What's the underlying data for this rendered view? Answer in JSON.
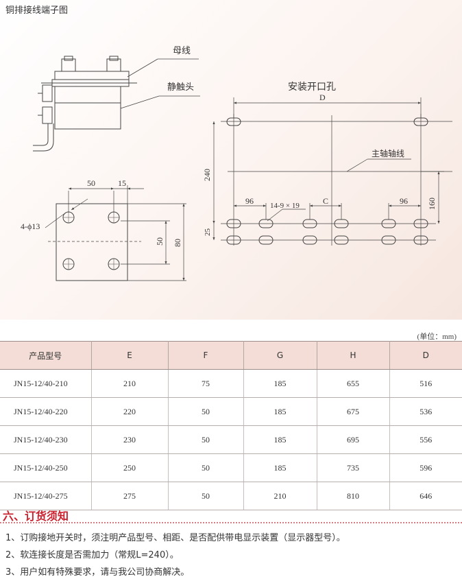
{
  "drawing": {
    "title": "铜排接线端子图",
    "label_busbar": "母线",
    "label_static_contact": "静触头",
    "label_mount_holes": "安装开口孔",
    "label_main_axis": "主轴轴线",
    "dims": {
      "d50": "50",
      "d15": "15",
      "holes": "4-ϕ13",
      "d50v": "50",
      "d80": "80",
      "D": "D",
      "d240": "240",
      "d25": "25",
      "d96a": "96",
      "slots": "14-9 × 19",
      "C": "C",
      "d96b": "96",
      "d160": "160"
    }
  },
  "table": {
    "unit": "(单位：mm)",
    "headers": [
      "产品型号",
      "E",
      "F",
      "G",
      "H",
      "D"
    ],
    "rows": [
      [
        "JN15-12/40-210",
        "210",
        "75",
        "185",
        "655",
        "516"
      ],
      [
        "JN15-12/40-220",
        "220",
        "50",
        "185",
        "675",
        "536"
      ],
      [
        "JN15-12/40-230",
        "230",
        "50",
        "185",
        "695",
        "556"
      ],
      [
        "JN15-12/40-250",
        "250",
        "50",
        "185",
        "735",
        "596"
      ],
      [
        "JN15-12/40-275",
        "275",
        "50",
        "210",
        "810",
        "646"
      ]
    ]
  },
  "ordering": {
    "title": "六、订货须知",
    "notes": [
      "1、订购接地开关时，须注明产品型号、相距、是否配供带电显示装置（显示器型号）。",
      "2、软连接长度是否需加力（常规L=240）。",
      "3、用户如有特殊要求，请与我公司协商解决。"
    ]
  }
}
